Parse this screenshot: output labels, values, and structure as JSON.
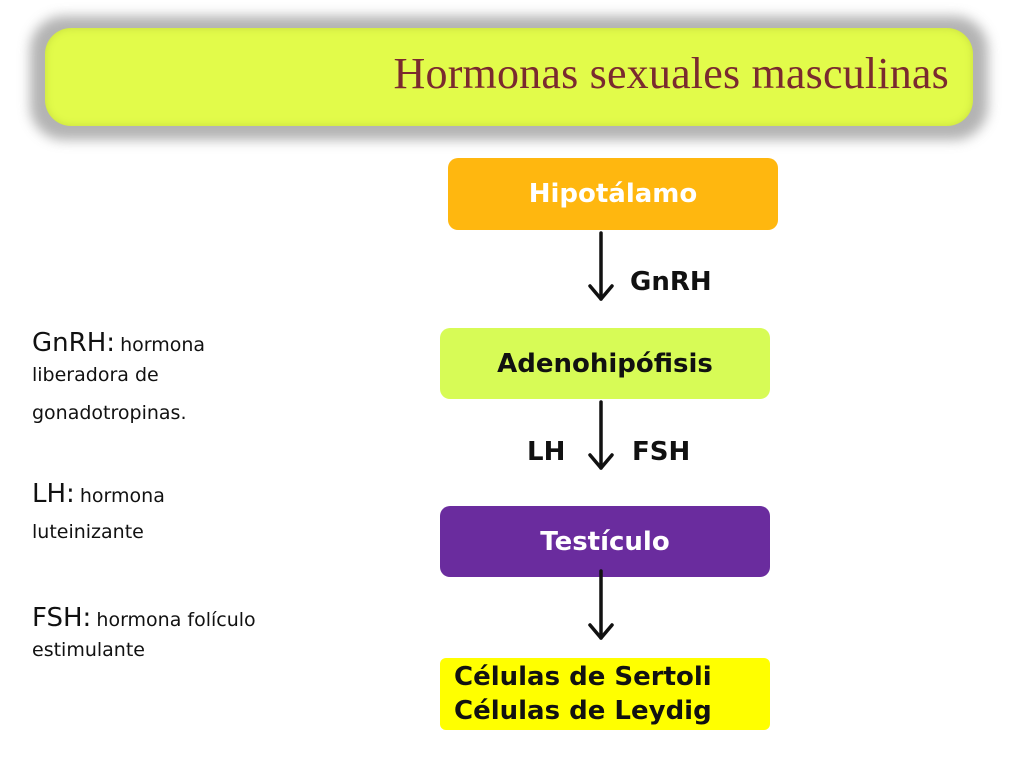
{
  "title": "Hormonas sexuales masculinas",
  "nodes": {
    "hipotalamo": "Hipotálamo",
    "adenohipofisis": "Adenohipófisis",
    "testiculo": "Testículo",
    "celulas_line1": "Células de Sertoli",
    "celulas_line2": "Células de Leydig"
  },
  "edge_labels": {
    "gnrh": "GnRH",
    "lh": "LH",
    "fsh": "FSH"
  },
  "legend": [
    {
      "abbr": "GnRH:",
      "desc_line1": "hormona",
      "desc_line2": "liberadora de",
      "desc_line3": "gonadotropinas."
    },
    {
      "abbr": "LH:",
      "desc_line1": "hormona",
      "desc_line2": "luteinizante"
    },
    {
      "abbr": "FSH:",
      "desc_line1": "hormona folículo",
      "desc_line2": "estimulante"
    }
  ],
  "colors": {
    "title_bg": "#e2fb4a",
    "title_text": "#7a2a2f",
    "hipotalamo_bg": "#ffb70f",
    "adenohipofisis_bg": "#d7fb56",
    "testiculo_bg": "#6a2c9e",
    "celulas_bg": "#ffff00"
  }
}
